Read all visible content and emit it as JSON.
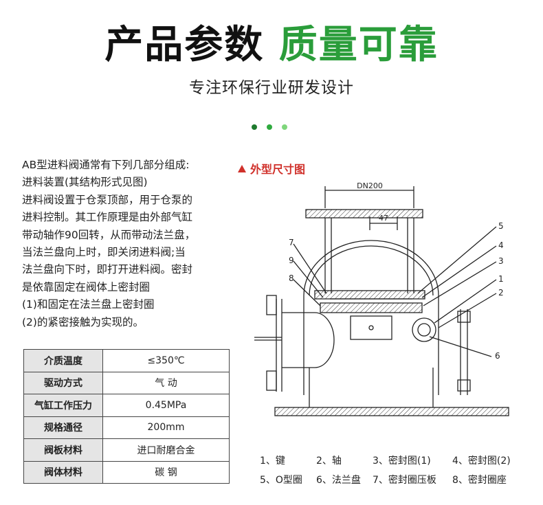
{
  "header": {
    "title_dark": "产品参数",
    "title_green": "质量可靠",
    "subtitle": "专注环保行业研发设计"
  },
  "colors": {
    "accent_green": "#2a9d3a",
    "dot_colors": [
      "#1e7a2e",
      "#2faa3f",
      "#7fd67c"
    ],
    "section_red": "#d0302a",
    "table_key_bg": "#e5e5e5"
  },
  "description": {
    "lines": [
      "AB型进料阀通常有下列几部分组成:",
      "进料装置(其结构形式见图)",
      "进料阀设置于仓泵顶部，用于仓泵的",
      "进料控制。其工作原理是由外部气缸",
      "带动轴作90回转，从而带动法兰盘，",
      "当法兰盘向上时，即关闭进料阀;当",
      "法兰盘向下时，即打开进料阀。密封",
      "是依靠固定在阀体上密封圈",
      "(1)和固定在法兰盘上密封圈",
      "(2)的紧密接触为实现的。"
    ]
  },
  "spec_table": [
    {
      "key": "介质温度",
      "value": "≤350℃"
    },
    {
      "key": "驱动方式",
      "value": "气 动"
    },
    {
      "key": "气缸工作压力",
      "value": "0.45MPa"
    },
    {
      "key": "规格通径",
      "value": "200mm"
    },
    {
      "key": "阀板材料",
      "value": "进口耐磨合金"
    },
    {
      "key": "阀体材料",
      "value": "碳 钢"
    }
  ],
  "drawing": {
    "section_title": "外型尺寸图",
    "dim_dn": "DN200",
    "dim_47": "47",
    "callouts": [
      "7",
      "9",
      "8",
      "5",
      "4",
      "3",
      "1",
      "2",
      "6"
    ]
  },
  "legend": {
    "items": [
      "1、键",
      "2、轴",
      "3、密封图(1)",
      "4、密封图(2)",
      "5、O型圈",
      "6、法兰盘",
      "7、密封圈压板",
      "8、密封圈座"
    ]
  }
}
